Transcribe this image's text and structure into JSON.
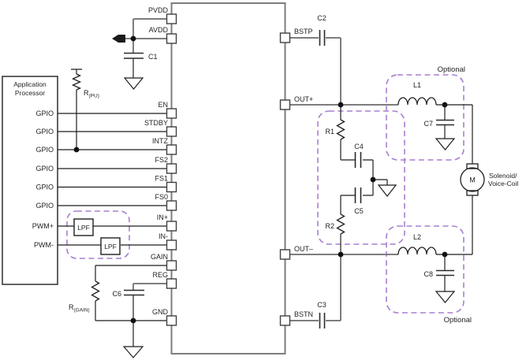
{
  "colors": {
    "background": "#ffffff",
    "signal_wire": "#1f1f1f",
    "supply_wire": "#7d7d7d",
    "ic_outline": "#7d7d7d",
    "optional_dash": "#a97fd0",
    "optional_text": "#7b52a8"
  },
  "application_processor": {
    "title_line1": "Application",
    "title_line2": "Processor",
    "ports": [
      "GPIO",
      "GPIO",
      "GPIO",
      "GPIO",
      "GPIO",
      "GPIO",
      "PWM+",
      "PWM-"
    ]
  },
  "ic_pins": {
    "left": [
      "PVDD",
      "AVDD",
      "EN",
      "STDBY",
      "INTZ",
      "FS2",
      "FS1",
      "FS0",
      "IN+",
      "IN-",
      "GAIN",
      "REG",
      "GND"
    ],
    "right": [
      "BSTP",
      "OUT+",
      "OUT–",
      "BSTN"
    ]
  },
  "resistors": {
    "r_pu": {
      "base": "R",
      "sub": "(PU)"
    },
    "r_gain": {
      "base": "R",
      "sub": "(GAIN)"
    },
    "r1": "R1",
    "r2": "R2"
  },
  "capacitors": {
    "c1": "C1",
    "c2": "C2",
    "c3": "C3",
    "c4": "C4",
    "c5": "C5",
    "c6": "C6",
    "c7": "C7",
    "c8": "C8"
  },
  "inductors": {
    "l1": "L1",
    "l2": "L2"
  },
  "filters": {
    "lpf1": "LPF",
    "lpf2": "LPF"
  },
  "motor": {
    "symbol": "M",
    "label_line1": "Solenoid/",
    "label_line2": "Voice-Coil"
  },
  "optional": {
    "top": "Optional",
    "bottom": "Optional"
  }
}
